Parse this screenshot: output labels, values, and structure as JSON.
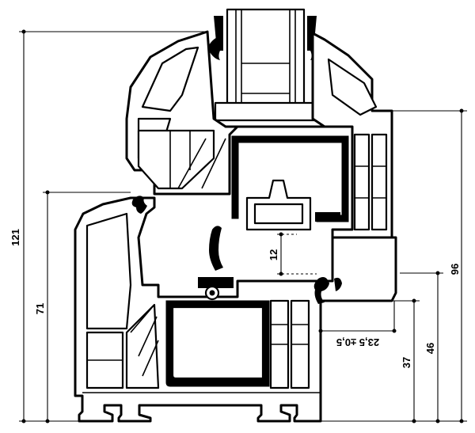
{
  "colors": {
    "line": "#000000",
    "background": "#ffffff",
    "gasket": "#000000"
  },
  "dimensions": [
    {
      "id": "overall-height",
      "text": "121"
    },
    {
      "id": "frame-height",
      "text": "71"
    },
    {
      "id": "sash-height",
      "text": "96"
    },
    {
      "id": "sash-lower",
      "text": "46"
    },
    {
      "id": "bottom-offset",
      "text": "37"
    },
    {
      "id": "overlap",
      "text": "23,5 ±0,5"
    },
    {
      "id": "rebate-depth",
      "text": "12"
    }
  ]
}
